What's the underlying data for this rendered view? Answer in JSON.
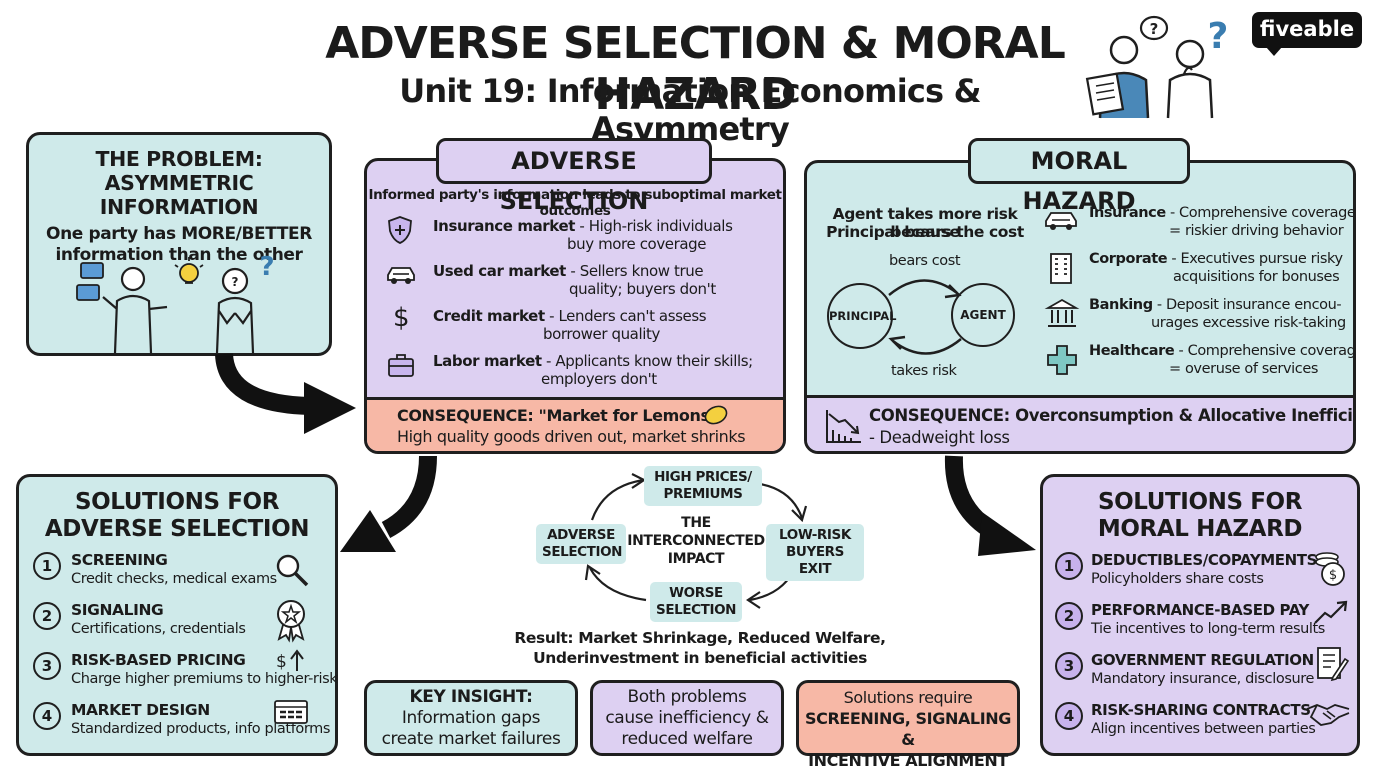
{
  "header": {
    "title": "ADVERSE SELECTION & MORAL HAZARD",
    "subtitle": "Unit 19: Information Economics & Asymmetry",
    "logo": "fiveable"
  },
  "problem": {
    "title_line1": "THE PROBLEM:",
    "title_line2": "ASYMMETRIC INFORMATION",
    "desc_line1": "One party has MORE/BETTER",
    "desc_line2": "information than the other"
  },
  "adverse": {
    "tag": "ADVERSE SELECTION",
    "intro": "Informed party's information leads to suboptimal market outcomes",
    "items": [
      {
        "head": "Insurance market",
        "line1": " - High-risk individuals",
        "line2": "buy more coverage",
        "icon": "shield-icon"
      },
      {
        "head": "Used car market",
        "line1": " - Sellers know true",
        "line2": "quality; buyers don't",
        "icon": "car-icon"
      },
      {
        "head": "Credit market",
        "line1": " - Lenders can't assess",
        "line2": "borrower quality",
        "icon": "dollar-icon"
      },
      {
        "head": "Labor market",
        "line1": " - Applicants know their skills;",
        "line2": "employers don't",
        "icon": "briefcase-icon"
      }
    ],
    "consequence_line1": "CONSEQUENCE: \"Market for Lemons\"",
    "consequence_line2": "High quality goods driven out, market shrinks"
  },
  "moral": {
    "tag": "MORAL HAZARD",
    "desc_line1": "Agent takes more risk because",
    "desc_line2": "Principal bears the cost",
    "principal": "PRINCIPAL",
    "agent": "AGENT",
    "bears_cost": "bears cost",
    "takes_risk": "takes risk",
    "items": [
      {
        "head": "Insurance",
        "line1": " - Comprehensive coverage",
        "line2": "= riskier driving behavior",
        "icon": "car-icon"
      },
      {
        "head": "Corporate",
        "line1": " - Executives pursue risky",
        "line2": "acquisitions for bonuses",
        "icon": "building-icon"
      },
      {
        "head": "Banking",
        "line1": " - Deposit insurance encou-",
        "line2": "urages excessive risk-taking",
        "icon": "bank-icon"
      },
      {
        "head": "Healthcare",
        "line1": " - Comprehensive coverage",
        "line2": "= overuse of services",
        "icon": "medical-cross-icon"
      }
    ],
    "consequence_line1": "CONSEQUENCE: Overconsumption & Allocative Inefficiency",
    "consequence_line2": "- Deadweight loss"
  },
  "solutions_adverse": {
    "title_line1": "SOLUTIONS FOR",
    "title_line2": "ADVERSE SELECTION",
    "items": [
      {
        "num": "1",
        "head": "SCREENING",
        "desc": "Credit checks, medical exams",
        "icon": "magnifier-icon"
      },
      {
        "num": "2",
        "head": "SIGNALING",
        "desc": "Certifications, credentials",
        "icon": "award-ribbon-icon"
      },
      {
        "num": "3",
        "head": "RISK-BASED PRICING",
        "desc": "Charge higher premiums to higher-risk",
        "icon": "price-up-icon"
      },
      {
        "num": "4",
        "head": "MARKET DESIGN",
        "desc": "Standardized products, info platforms",
        "icon": "grid-window-icon"
      }
    ]
  },
  "solutions_moral": {
    "title_line1": "SOLUTIONS FOR",
    "title_line2": "MORAL HAZARD",
    "items": [
      {
        "num": "1",
        "head": "DEDUCTIBLES/COPAYMENTS",
        "desc": "Policyholders share costs",
        "icon": "coins-icon"
      },
      {
        "num": "2",
        "head": "PERFORMANCE-BASED PAY",
        "desc": "Tie incentives to long-term results",
        "icon": "trend-up-icon"
      },
      {
        "num": "3",
        "head": "GOVERNMENT REGULATION",
        "desc": "Mandatory insurance, disclosure",
        "icon": "document-pen-icon"
      },
      {
        "num": "4",
        "head": "RISK-SHARING CONTRACTS",
        "desc": "Align incentives between parties",
        "icon": "handshake-icon"
      }
    ]
  },
  "cycle": {
    "top_line1": "HIGH PRICES/",
    "top_line2": "PREMIUMS",
    "left_line1": "ADVERSE",
    "left_line2": "SELECTION",
    "right_line1": "LOW-RISK",
    "right_line2": "BUYERS EXIT",
    "bottom_line1": "WORSE",
    "bottom_line2": "SELECTION",
    "center_line1": "THE",
    "center_line2": "INTERCONNECTED",
    "center_line3": "IMPACT",
    "result_line1": "Result: Market Shrinkage, Reduced Welfare,",
    "result_line2": "Underinvestment in beneficial activities"
  },
  "insights": [
    {
      "line1": "KEY INSIGHT:",
      "line2": "Information gaps",
      "line3": "create market failures"
    },
    {
      "line1": "Both problems",
      "line2": "cause inefficiency &",
      "line3": "reduced welfare"
    },
    {
      "line1": "Solutions require",
      "line2": "SCREENING, SIGNALING &",
      "line3": "INCENTIVE ALIGNMENT"
    }
  ],
  "colors": {
    "teal": "#cfeaea",
    "lavender": "#ddd0f2",
    "salmon": "#f7b8a6",
    "outline": "#1f1f1f"
  }
}
